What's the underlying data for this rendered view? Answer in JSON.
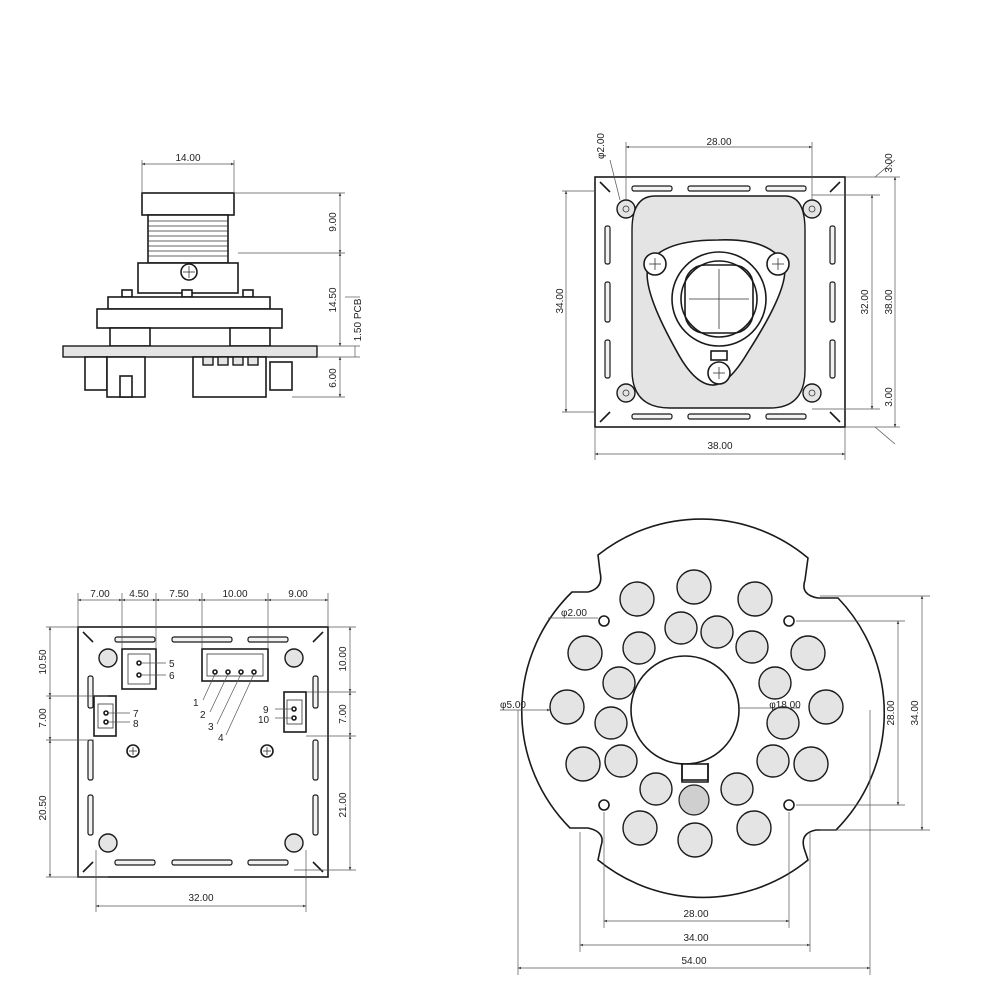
{
  "side_view": {
    "width": "14.00",
    "lens_h": "9.00",
    "holder_h": "14.50",
    "pcb_h": "1.50 PCB",
    "conn_h": "6.00"
  },
  "front_view": {
    "hole_dia": "φ2.00",
    "top_span": "28.00",
    "corner_top": "3.00",
    "left_h": "34.00",
    "inner_h": "32.00",
    "outer_h": "38.00",
    "corner_bottom": "3.00",
    "bottom_w": "38.00"
  },
  "back_view": {
    "top_dims": [
      "7.00",
      "4.50",
      "7.50",
      "10.00",
      "9.00"
    ],
    "left_dims": [
      "10.50",
      "7.00",
      "20.50"
    ],
    "right_dims": [
      "10.00",
      "7.00",
      "21.00"
    ],
    "bottom_w": "32.00",
    "pins": [
      "5",
      "6",
      "1",
      "2",
      "3",
      "4",
      "7",
      "8",
      "9",
      "10"
    ]
  },
  "led_board": {
    "small_hole": "φ2.00",
    "led_dia": "φ5.00",
    "center_dia": "φ18.00",
    "h_inner": "28.00",
    "h_outer": "34.00",
    "w_28": "28.00",
    "w_34": "34.00",
    "w_54": "54.00"
  }
}
